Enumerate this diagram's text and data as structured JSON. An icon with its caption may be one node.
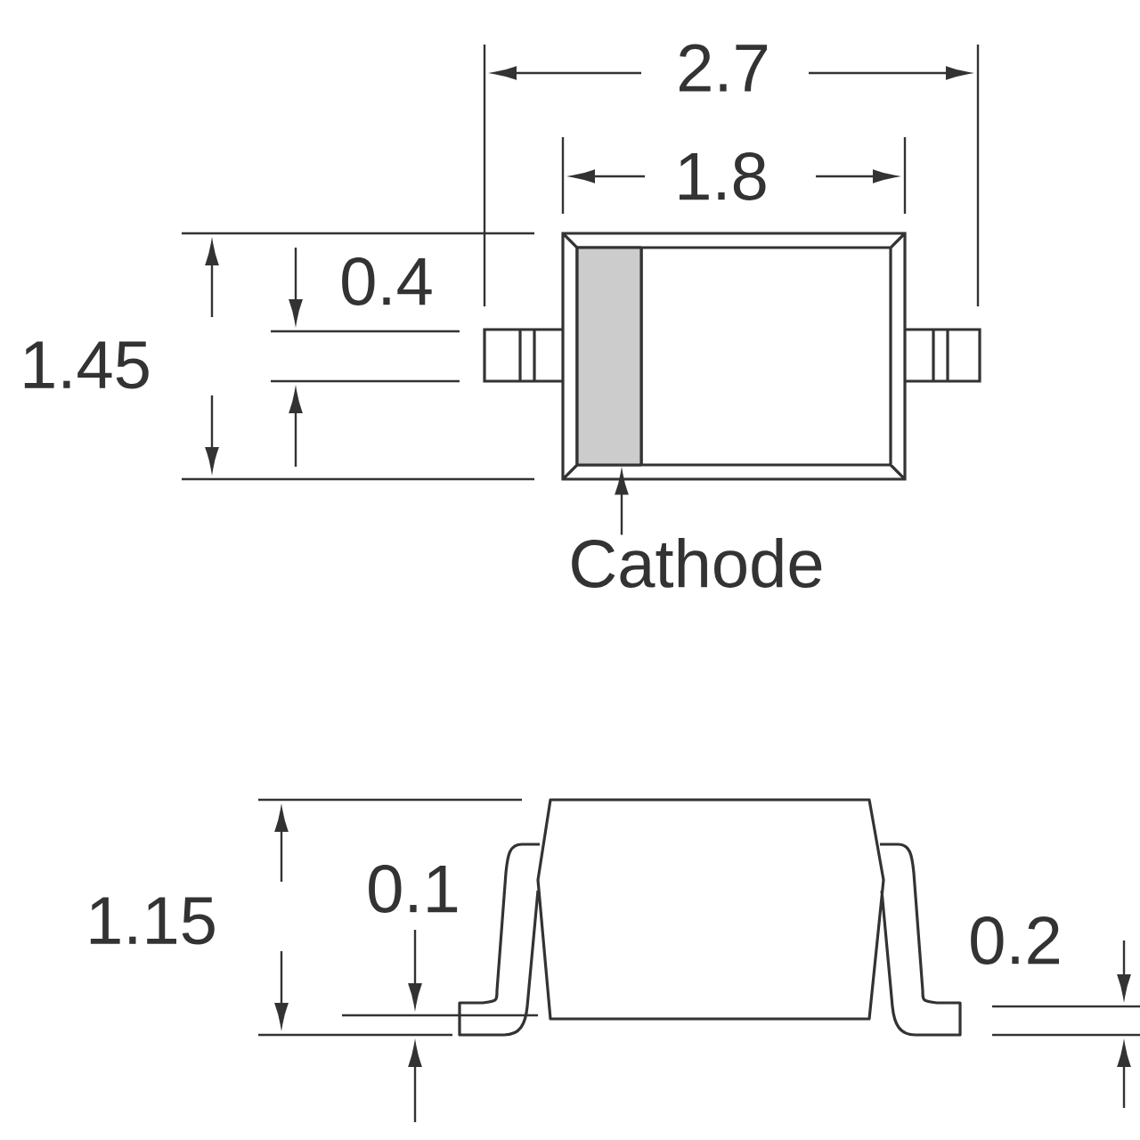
{
  "diagram": {
    "nodes": [
      {
        "text": [
          "Cathode"
        ]
      },
      {
        "text": [],
        "shape": "box"
      }
    ],
    "edges": [
      {
        "from": 0,
        "to": 1,
        "arrow": "to"
      }
    ],
    "labels": [
      "2.7",
      "1.8",
      "0.4",
      "1.45",
      "1.15",
      "0.1",
      "0.2"
    ]
  }
}
